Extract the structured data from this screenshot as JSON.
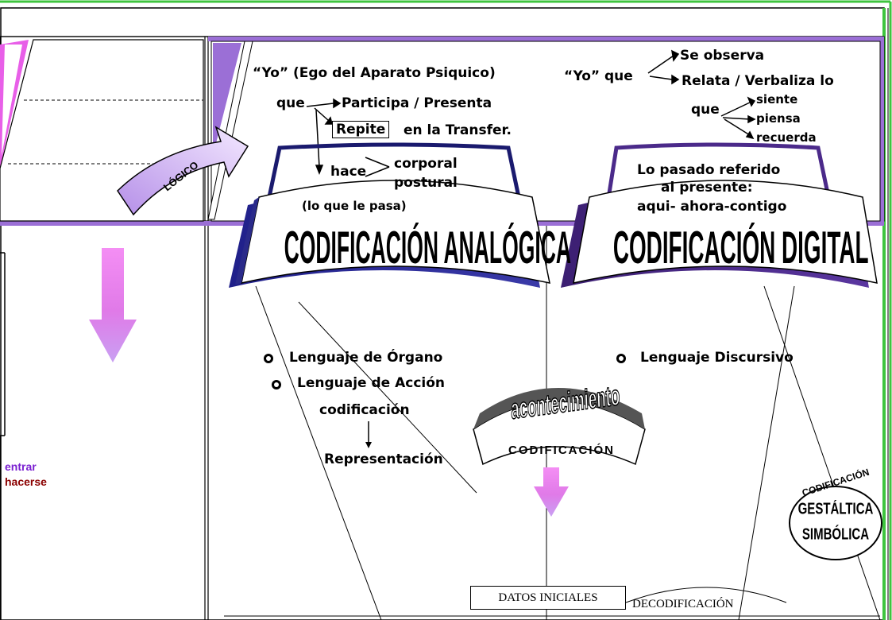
{
  "colors": {
    "frame_green": "#3ec43e",
    "band_purple": "#9b6fd6",
    "navy": "#1a1a6e",
    "violet": "#4b2a8a",
    "arrow_pink": "#f08ef0",
    "arrow_lilac": "#c39cf0",
    "entrar": "#7a1fd1",
    "hacerse": "#8b0000"
  },
  "left_panel": {
    "arrow_label": "LÓGICO",
    "entrar": "entrar",
    "hacerse": "hacerse"
  },
  "yo_left": {
    "title": "“Yo” (Ego del Aparato Psiquico)",
    "que": "que",
    "participa": "Participa / Presenta",
    "repite": "Repite",
    "transfer": "en la Transfer.",
    "hace": "hace",
    "corporal": "corporal",
    "postural": "postural",
    "le_pasa": "(lo que le pasa)"
  },
  "yo_right": {
    "title": "“Yo” que",
    "se_observa": "Se observa",
    "relata": "Relata / Verbaliza lo",
    "que": "que",
    "siente": "siente",
    "piensa": "piensa",
    "recuerda": "recuerda",
    "pasado_1": "Lo pasado referido",
    "pasado_2": "al presente:",
    "pasado_3": "aqui- ahora-contigo"
  },
  "banners": {
    "analogica": "CODIFICACIÓN ANALÓGICA",
    "digital": "CODIFICACIÓN DIGITAL"
  },
  "lists": {
    "organo": "Lenguaje de Órgano",
    "accion": "Lenguaje de Acción",
    "codificacion": "codificación",
    "representacion": "Representación",
    "discursivo": "Lenguaje Discursivo"
  },
  "center": {
    "acontecimiento": "acontecimiento",
    "codificacion": "CODIFICACIÓN"
  },
  "badge": {
    "top": "CODIFICACIÓN",
    "mid": "GESTÁLTICA",
    "bottom": "SIMBÓLICA"
  },
  "bottom": {
    "datos": "DATOS INICIALES",
    "decodificacion": "DECODIFICACIÓN"
  }
}
